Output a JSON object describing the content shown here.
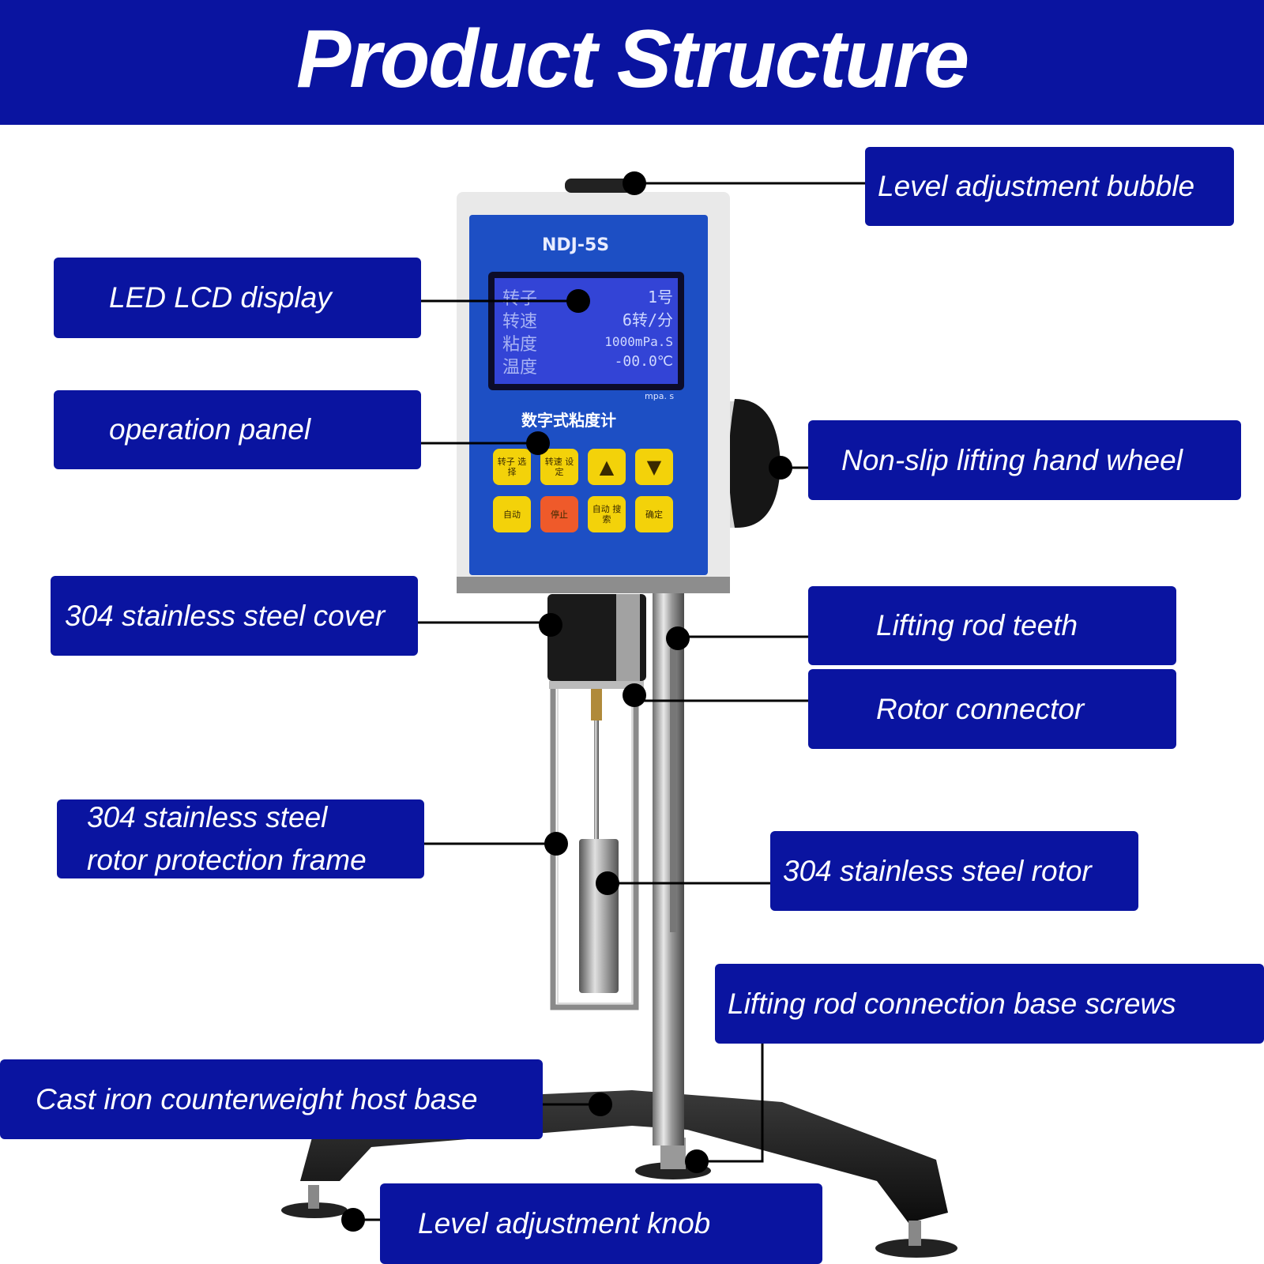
{
  "header": {
    "title": "Product Structure"
  },
  "device": {
    "model": "NDJ-5S",
    "name_cn": "数字式粘度计",
    "unit_small": "mpa. s",
    "lcd": {
      "rows": [
        {
          "label": "转子",
          "value": "1号"
        },
        {
          "label": "转速",
          "value": "6转/分"
        },
        {
          "label": "粘度",
          "value": "1000mPa.S"
        },
        {
          "label": "温度",
          "value": "-00.0℃"
        }
      ]
    },
    "keys": [
      {
        "label": "转子 选择",
        "color": "#f3d20a"
      },
      {
        "label": "转速 设定",
        "color": "#f3d20a"
      },
      {
        "label": "▲",
        "color": "#f3d20a"
      },
      {
        "label": "▼",
        "color": "#f3d20a"
      },
      {
        "label": "自动",
        "color": "#f3d20a"
      },
      {
        "label": "停止",
        "color": "#ef5a2a"
      },
      {
        "label": "自动 搜索",
        "color": "#f3d20a"
      },
      {
        "label": "确定",
        "color": "#f3d20a"
      }
    ]
  },
  "labels": {
    "level_bubble": "Level adjustment bubble",
    "lcd_display": "LED LCD display",
    "operation_panel": "operation panel",
    "hand_wheel": "Non-slip lifting hand wheel",
    "steel_cover": "304 stainless steel cover",
    "rod_teeth": "Lifting rod teeth",
    "rotor_connector": "Rotor connector",
    "frame_line1": "304 stainless steel",
    "frame_line2": "rotor protection frame",
    "steel_rotor": "304 stainless steel rotor",
    "base_screws": "Lifting rod connection base screws",
    "host_base": "Cast iron counterweight host base",
    "level_knob": "Level adjustment knob"
  },
  "colors": {
    "brand_blue": "#0a14a0",
    "panel_blue": "#1d4fc4",
    "white": "#ffffff"
  }
}
